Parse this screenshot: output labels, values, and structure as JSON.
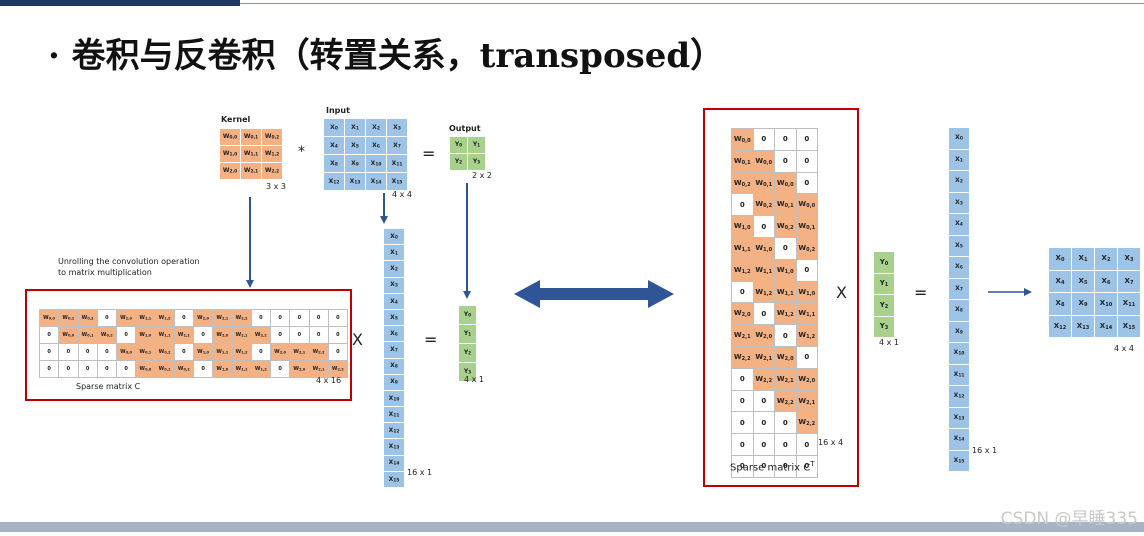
{
  "slide": {
    "title": "· 卷积与反卷积（转置关系，transposed）",
    "watermark": "CSDN @早睡335"
  },
  "colors": {
    "weight": "#f4b183",
    "input": "#9dc3e6",
    "output": "#a9d18e",
    "box": "#c00000",
    "arrow": "#2f5597"
  },
  "left": {
    "kernel_title": "Kernel",
    "kernel": [
      [
        "W0,0",
        "W0,1",
        "W0,2"
      ],
      [
        "W1,0",
        "W1,1",
        "W1,2"
      ],
      [
        "W2,0",
        "W2,1",
        "W2,2"
      ]
    ],
    "kernel_size": "3 x 3",
    "input_title": "Input",
    "input": [
      [
        "X0",
        "X1",
        "X2",
        "X3"
      ],
      [
        "X4",
        "X5",
        "X6",
        "X7"
      ],
      [
        "X8",
        "X9",
        "X10",
        "X11"
      ],
      [
        "X12",
        "X13",
        "X14",
        "X15"
      ]
    ],
    "input_size": "4 x 4",
    "output_title": "Output",
    "output": [
      [
        "Y0",
        "Y1"
      ],
      [
        "Y2",
        "Y3"
      ]
    ],
    "output_size": "2 x 2",
    "star": "*",
    "equals": "=",
    "unroll_line1": "Unrolling the convolution operation",
    "unroll_line2": "to matrix multiplication",
    "sparse": [
      [
        "W0,0",
        "W0,1",
        "W0,2",
        "0",
        "W1,0",
        "W1,1",
        "W1,2",
        "0",
        "W2,0",
        "W2,1",
        "W2,2",
        "0",
        "0",
        "0",
        "0",
        "0"
      ],
      [
        "0",
        "W0,0",
        "W0,1",
        "W0,2",
        "0",
        "W1,0",
        "W1,1",
        "W1,2",
        "0",
        "W2,0",
        "W2,1",
        "W2,2",
        "0",
        "0",
        "0",
        "0"
      ],
      [
        "0",
        "0",
        "0",
        "0",
        "W0,0",
        "W0,1",
        "W0,2",
        "0",
        "W1,0",
        "W1,1",
        "W1,2",
        "0",
        "W2,0",
        "W2,1",
        "W2,2",
        "0"
      ],
      [
        "0",
        "0",
        "0",
        "0",
        "0",
        "W0,0",
        "W0,1",
        "W0,2",
        "0",
        "W1,0",
        "W1,1",
        "W1,2",
        "0",
        "W2,0",
        "W2,1",
        "W2,2"
      ]
    ],
    "sparse_label": "Sparse matrix C",
    "sparse_size": "4 x 16",
    "times": "X",
    "xvec": [
      "X0",
      "X1",
      "X2",
      "X3",
      "X4",
      "X5",
      "X6",
      "X7",
      "X8",
      "X9",
      "X10",
      "X11",
      "X12",
      "X13",
      "X14",
      "X15"
    ],
    "xvec_size": "16 x 1",
    "yvec": [
      "Y0",
      "Y1",
      "Y2",
      "Y3"
    ],
    "yvec_size": "4 x 1"
  },
  "right": {
    "ct": [
      [
        "W0,0",
        "0",
        "0",
        "0"
      ],
      [
        "W0,1",
        "W0,0",
        "0",
        "0"
      ],
      [
        "W0,2",
        "W0,1",
        "W0,0",
        "0"
      ],
      [
        "0",
        "W0,2",
        "W0,1",
        "W0,0"
      ],
      [
        "W1,0",
        "0",
        "W0,2",
        "W0,1"
      ],
      [
        "W1,1",
        "W1,0",
        "0",
        "W0,2"
      ],
      [
        "W1,2",
        "W1,1",
        "W1,0",
        "0"
      ],
      [
        "0",
        "W1,2",
        "W1,1",
        "W1,0"
      ],
      [
        "W2,0",
        "0",
        "W1,2",
        "W1,1"
      ],
      [
        "W2,1",
        "W2,0",
        "0",
        "W1,2"
      ],
      [
        "W2,2",
        "W2,1",
        "W2,0",
        "0"
      ],
      [
        "0",
        "W2,2",
        "W2,1",
        "W2,0"
      ],
      [
        "0",
        "0",
        "W2,2",
        "W2,1"
      ],
      [
        "0",
        "0",
        "0",
        "W2,2"
      ],
      [
        "0",
        "0",
        "0",
        "0"
      ],
      [
        "0",
        "0",
        "0",
        "0"
      ]
    ],
    "ct_size": "16 x 4",
    "ct_label": "Sparse matrix C",
    "ct_sup": "T",
    "times": "X",
    "equals": "=",
    "yvec": [
      "Y0",
      "Y1",
      "Y2",
      "Y3"
    ],
    "yvec_size": "4 x 1",
    "xvec": [
      "X0",
      "X1",
      "X2",
      "X3",
      "X4",
      "X5",
      "X6",
      "X7",
      "X8",
      "X9",
      "X10",
      "X11",
      "X12",
      "X13",
      "X14",
      "X15"
    ],
    "xvec_size": "16 x 1",
    "xgrid": [
      [
        "X0",
        "X1",
        "X2",
        "X3"
      ],
      [
        "X4",
        "X5",
        "X6",
        "X7"
      ],
      [
        "X8",
        "X9",
        "X10",
        "X11"
      ],
      [
        "X12",
        "X13",
        "X14",
        "X15"
      ]
    ],
    "xgrid_size": "4 x 4"
  }
}
